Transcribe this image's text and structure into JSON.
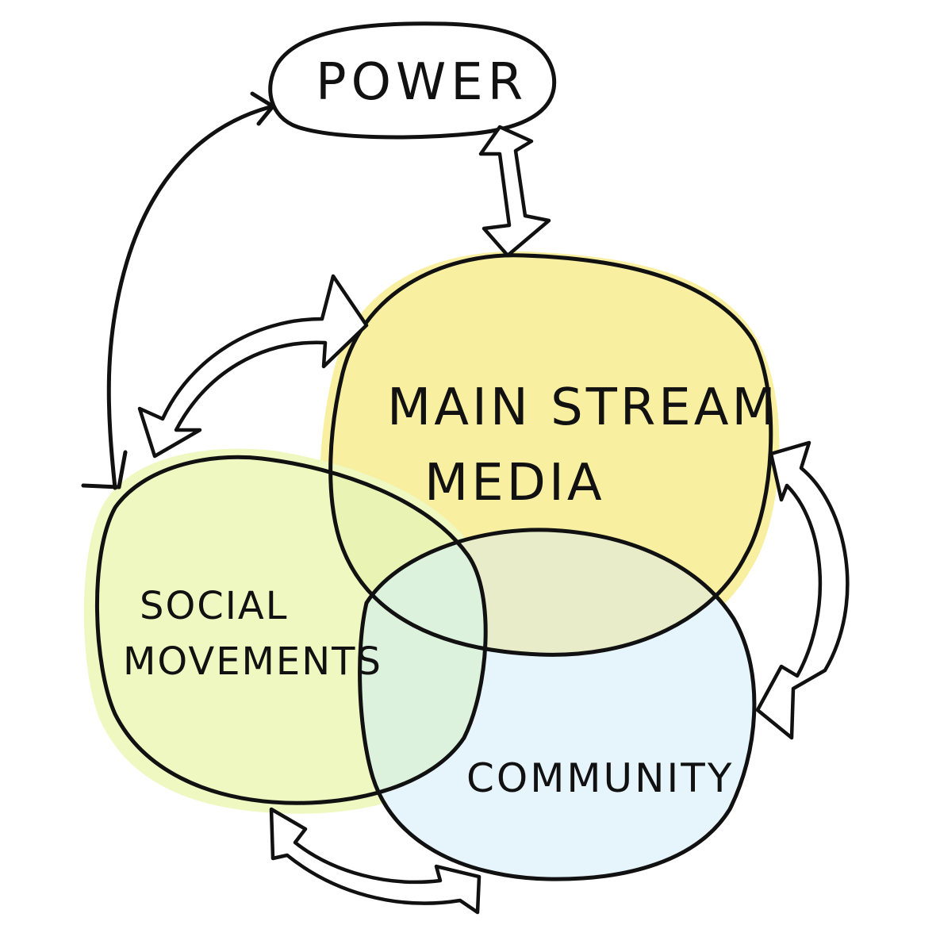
{
  "nodes": {
    "power": {
      "label": "POWER"
    },
    "media": {
      "label_line1": "MAIN STREAM",
      "label_line2": "MEDIA",
      "fill": "#f8efa0"
    },
    "social": {
      "label_line1": "SOCIAL",
      "label_line2": "MOVEMENTS",
      "fill": "#eef8c0"
    },
    "community": {
      "label": "COMMUNITY",
      "fill": "#e6f4fc"
    }
  },
  "colors": {
    "ink": "#111111",
    "overlap_media_social": "#e8f3b4",
    "overlap_media_community": "#e8ecc8",
    "overlap_social_community": "#dcf2dc"
  }
}
